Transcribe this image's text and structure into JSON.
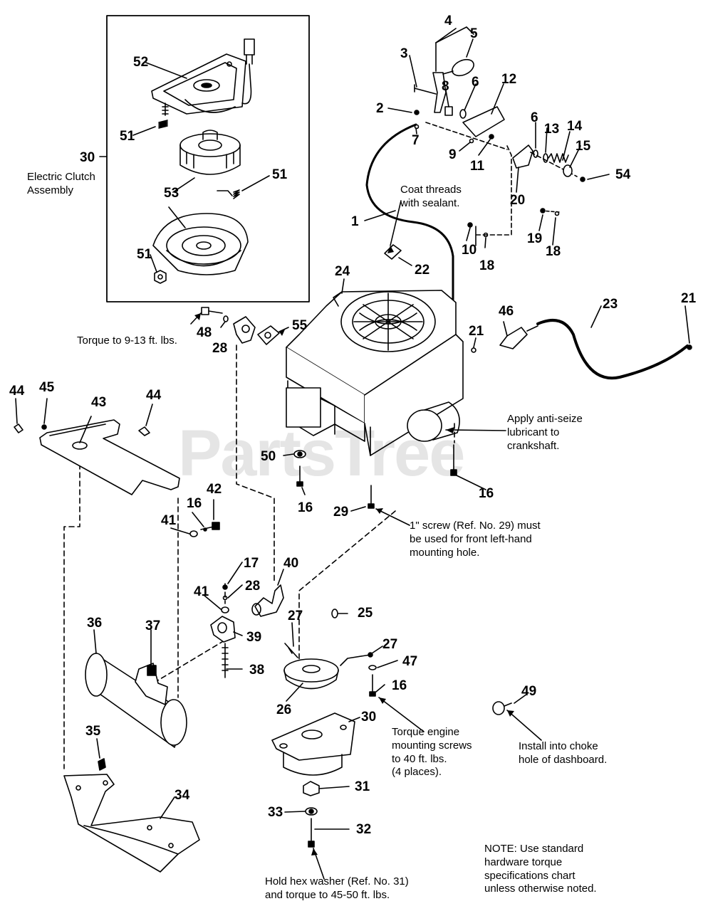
{
  "watermark": "PartsTree",
  "colors": {
    "ink": "#000000",
    "background": "#ffffff"
  },
  "part_labels": [
    {
      "id": "1",
      "text": "1"
    },
    {
      "id": "2",
      "text": "2"
    },
    {
      "id": "3",
      "text": "3"
    },
    {
      "id": "4",
      "text": "4"
    },
    {
      "id": "5",
      "text": "5"
    },
    {
      "id": "6a",
      "text": "6"
    },
    {
      "id": "6b",
      "text": "6"
    },
    {
      "id": "7",
      "text": "7"
    },
    {
      "id": "8",
      "text": "8"
    },
    {
      "id": "9",
      "text": "9"
    },
    {
      "id": "10",
      "text": "10"
    },
    {
      "id": "11",
      "text": "11"
    },
    {
      "id": "12",
      "text": "12"
    },
    {
      "id": "13",
      "text": "13"
    },
    {
      "id": "14",
      "text": "14"
    },
    {
      "id": "15",
      "text": "15"
    },
    {
      "id": "16a",
      "text": "16"
    },
    {
      "id": "16b",
      "text": "16"
    },
    {
      "id": "16c",
      "text": "16"
    },
    {
      "id": "16d",
      "text": "16"
    },
    {
      "id": "17",
      "text": "17"
    },
    {
      "id": "18a",
      "text": "18"
    },
    {
      "id": "18b",
      "text": "18"
    },
    {
      "id": "19",
      "text": "19"
    },
    {
      "id": "20",
      "text": "20"
    },
    {
      "id": "21a",
      "text": "21"
    },
    {
      "id": "21b",
      "text": "21"
    },
    {
      "id": "22",
      "text": "22"
    },
    {
      "id": "23",
      "text": "23"
    },
    {
      "id": "24",
      "text": "24"
    },
    {
      "id": "25",
      "text": "25"
    },
    {
      "id": "26",
      "text": "26"
    },
    {
      "id": "27a",
      "text": "27"
    },
    {
      "id": "27b",
      "text": "27"
    },
    {
      "id": "28a",
      "text": "28"
    },
    {
      "id": "28b",
      "text": "28"
    },
    {
      "id": "29",
      "text": "29"
    },
    {
      "id": "30a",
      "text": "30"
    },
    {
      "id": "30b",
      "text": "30"
    },
    {
      "id": "31",
      "text": "31"
    },
    {
      "id": "32",
      "text": "32"
    },
    {
      "id": "33",
      "text": "33"
    },
    {
      "id": "34",
      "text": "34"
    },
    {
      "id": "35",
      "text": "35"
    },
    {
      "id": "36",
      "text": "36"
    },
    {
      "id": "37",
      "text": "37"
    },
    {
      "id": "38",
      "text": "38"
    },
    {
      "id": "39",
      "text": "39"
    },
    {
      "id": "40",
      "text": "40"
    },
    {
      "id": "41a",
      "text": "41"
    },
    {
      "id": "41b",
      "text": "41"
    },
    {
      "id": "42",
      "text": "42"
    },
    {
      "id": "43",
      "text": "43"
    },
    {
      "id": "44a",
      "text": "44"
    },
    {
      "id": "44b",
      "text": "44"
    },
    {
      "id": "45",
      "text": "45"
    },
    {
      "id": "46",
      "text": "46"
    },
    {
      "id": "47",
      "text": "47"
    },
    {
      "id": "48",
      "text": "48"
    },
    {
      "id": "49",
      "text": "49"
    },
    {
      "id": "50",
      "text": "50"
    },
    {
      "id": "51a",
      "text": "51"
    },
    {
      "id": "51b",
      "text": "51"
    },
    {
      "id": "51c",
      "text": "51"
    },
    {
      "id": "52",
      "text": "52"
    },
    {
      "id": "53",
      "text": "53"
    },
    {
      "id": "54",
      "text": "54"
    },
    {
      "id": "55",
      "text": "55"
    }
  ],
  "notes": {
    "electric_clutch": "Electric Clutch\nAssembly",
    "coat_threads": "Coat threads\nwith sealant.",
    "torque_9_13": "Torque to 9-13 ft. lbs.",
    "anti_seize": "Apply anti-seize\nlubricant to\ncrankshaft.",
    "screw_29": "1\" screw (Ref. No. 29) must\nbe used for front left-hand\nmounting hole.",
    "torque_engine": "Torque engine\nmounting screws\nto 40 ft. lbs.\n(4 places).",
    "install_choke": "Install into choke\nhole of dashboard.",
    "hold_hex": "Hold hex washer (Ref. No. 31)\nand torque to 45-50 ft. lbs.",
    "note_standard": "NOTE:  Use standard\nhardware torque\nspecifications chart\nunless otherwise noted."
  }
}
